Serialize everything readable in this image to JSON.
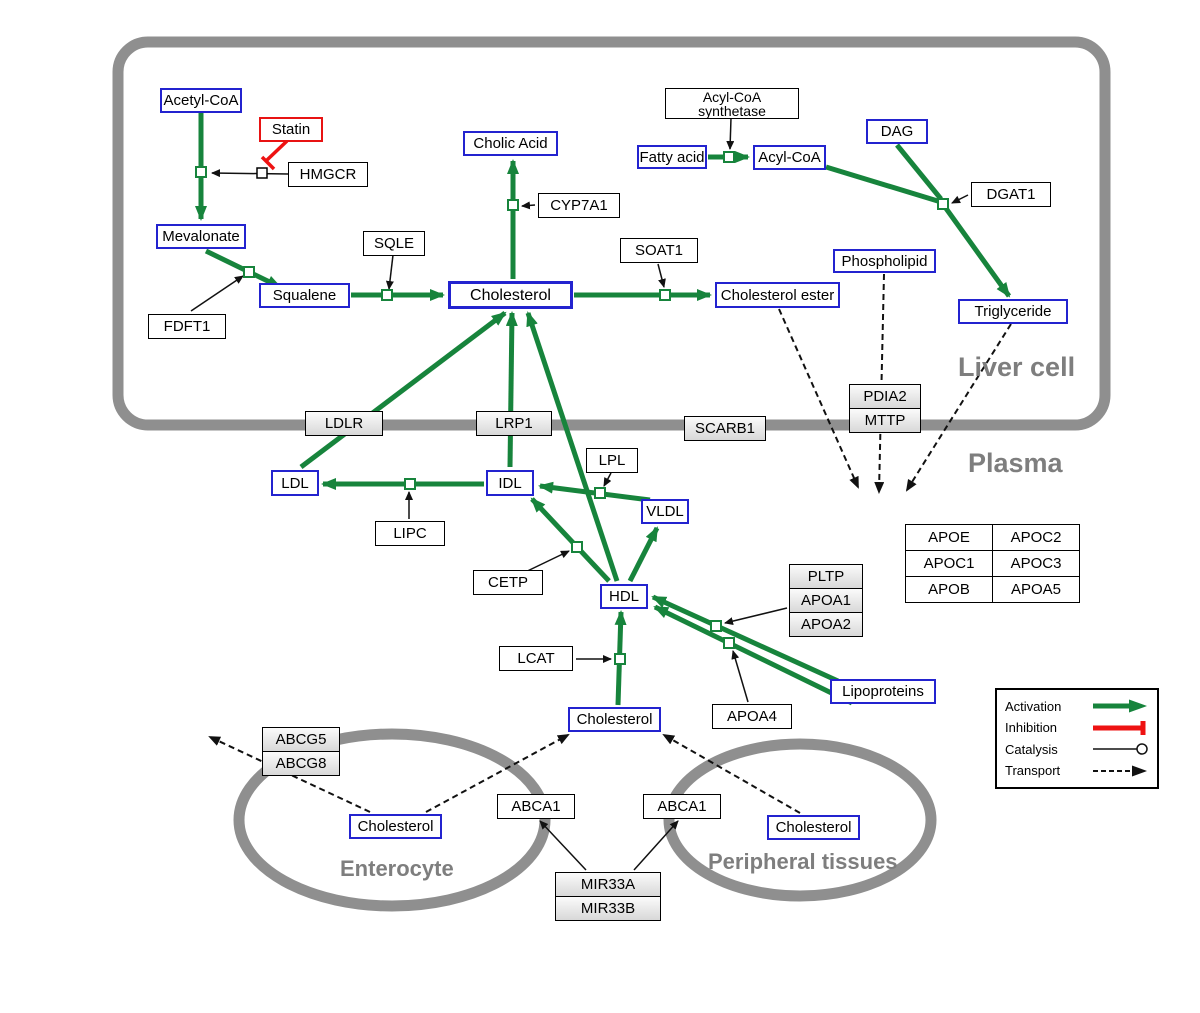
{
  "labels": {
    "liver_cell": "Liver cell",
    "plasma": "Plasma",
    "enterocyte": "Enterocyte",
    "peripheral_tissues": "Peripheral tissues"
  },
  "nodes": {
    "acetyl_coa": "Acetyl-CoA",
    "statin": "Statin",
    "hmgcr": "HMGCR",
    "mevalonate": "Mevalonate",
    "fdft1": "FDFT1",
    "squalene": "Squalene",
    "sqle": "SQLE",
    "cholic_acid": "Cholic Acid",
    "cyp7a1": "CYP7A1",
    "cholesterol_liver": "Cholesterol",
    "soat1": "SOAT1",
    "cholesterol_ester": "Cholesterol ester",
    "acyl_coa_synthetase": "Acyl-CoA synthetase",
    "fatty_acid": "Fatty acid",
    "acyl_coa": "Acyl-CoA",
    "dag": "DAG",
    "dgat1": "DGAT1",
    "phospholipid": "Phospholipid",
    "triglyceride": "Triglyceride",
    "ldlr": "LDLR",
    "lrp1": "LRP1",
    "scarb1": "SCARB1",
    "pdia2": "PDIA2",
    "mttp": "MTTP",
    "ldl": "LDL",
    "idl": "IDL",
    "lpl": "LPL",
    "vldl": "VLDL",
    "lipc": "LIPC",
    "cetp": "CETP",
    "hdl": "HDL",
    "pltp": "PLTP",
    "apoa1": "APOA1",
    "apoa2": "APOA2",
    "lcat": "LCAT",
    "apoa4": "APOA4",
    "lipoproteins": "Lipoproteins",
    "cholesterol_plasma": "Cholesterol",
    "abcg5": "ABCG5",
    "abcg8": "ABCG8",
    "abca1_enterocyte": "ABCA1",
    "abca1_peripheral": "ABCA1",
    "cholesterol_enterocyte": "Cholesterol",
    "cholesterol_peripheral": "Cholesterol",
    "mir33a": "MIR33A",
    "mir33b": "MIR33B"
  },
  "apo_table": {
    "rows": [
      [
        "APOE",
        "APOC2"
      ],
      [
        "APOC1",
        "APOC3"
      ],
      [
        "APOB",
        "APOA5"
      ]
    ]
  },
  "legend": {
    "items": [
      {
        "label": "Activation"
      },
      {
        "label": "Inhibition"
      },
      {
        "label": "Catalysis"
      },
      {
        "label": "Transport"
      }
    ]
  },
  "colors": {
    "metabolite_border": "#2323cf",
    "activation_green": "#17843c",
    "inhibition_red": "#ee1212",
    "membrane_gray": "#8f8f8f"
  }
}
